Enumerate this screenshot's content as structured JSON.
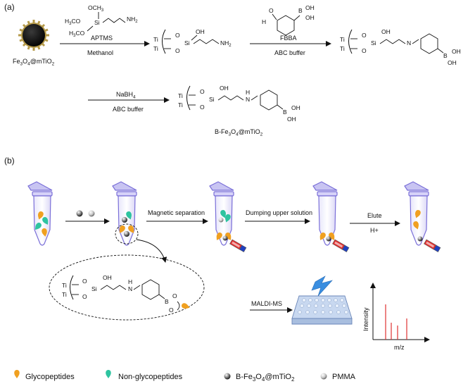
{
  "panel_a": {
    "label": "(a)",
    "start_material": {
      "pre": "Fe",
      "s1": "3",
      "mid": "O",
      "s2": "4",
      "post": "@mTiO",
      "s3": "2"
    },
    "step1": {
      "reagent": "APTMS",
      "solvent": "Methanol"
    },
    "step2": {
      "reagent": "FBBA",
      "solvent": "ABC buffer"
    },
    "step3": {
      "reagent_pre": "NaBH",
      "reagent_sub": "4",
      "solvent": "ABC buffer"
    },
    "product": {
      "pre": "B-Fe",
      "s1": "3",
      "mid": "O",
      "s2": "4",
      "post": "@mTiO",
      "s3": "2"
    },
    "atoms": {
      "ti": "Ti",
      "o": "O",
      "si": "Si",
      "oh": "OH",
      "nh2": "NH",
      "nh2_sub": "2",
      "n": "N",
      "h": "H",
      "b": "B",
      "och3": "OCH",
      "och3_sub": "3",
      "h3co": "H",
      "h3co_sub": "3",
      "h3co_post": "CO"
    }
  },
  "panel_b": {
    "label": "(b)",
    "arrow_labels": {
      "magnetic_separation": "Magnetic separation",
      "dumping": "Dumping upper solution",
      "elute": "Elute",
      "h_plus": "H+"
    },
    "maldi": "MALDI-MS",
    "spectrum": {
      "ylabel": "Intensity",
      "xlabel": "m/z"
    }
  },
  "legend": [
    {
      "key": "glycopeptides",
      "label": "Glycopeptides",
      "color": "#f0a020"
    },
    {
      "key": "non_glycopeptides",
      "label": "Non-glycopeptides",
      "color": "#2ec4a0"
    },
    {
      "key": "b_fe3o4",
      "label_pre": "B-Fe",
      "s1": "3",
      "mid": "O",
      "s2": "4",
      "post": "@mTiO",
      "s3": "2"
    },
    {
      "key": "pmma",
      "label": "PMMA"
    }
  ],
  "colors": {
    "glyco": "#f0a020",
    "nonglyco": "#2ec4a0",
    "magnet_red": "#e03030",
    "magnet_blue": "#2040c0",
    "tube": "#7a6fd8",
    "plate": "#c8d8f0",
    "bolt": "#3a8ee0",
    "peak": "#e03030"
  }
}
